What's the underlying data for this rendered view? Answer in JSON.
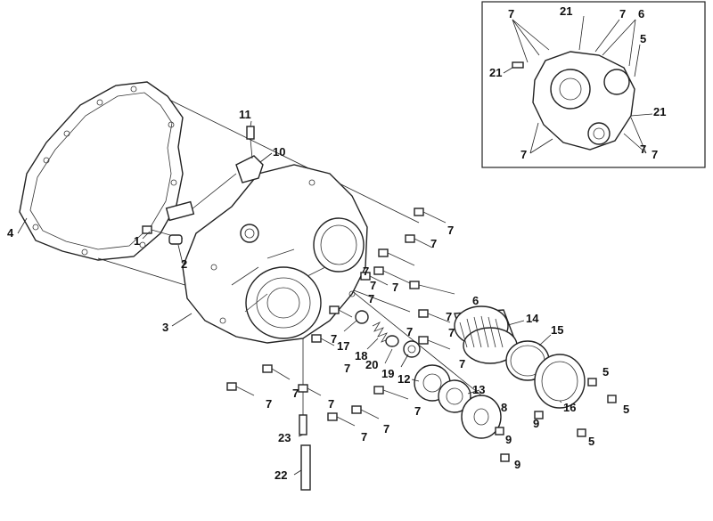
{
  "callouts": {
    "c1": "1",
    "c2": "2",
    "c3": "3",
    "c4": "4",
    "c5a": "5",
    "c5b": "5",
    "c5c": "5",
    "c6": "6",
    "c7a": "7",
    "c7b": "7",
    "c7c": "7",
    "c7d": "7",
    "c7e": "7",
    "c7f": "7",
    "c7g": "7",
    "c7h": "7",
    "c7i": "7",
    "c7j": "7",
    "c7k": "7",
    "c7l": "7",
    "c7m": "7",
    "c7n": "7",
    "c7o": "7",
    "c7p": "7",
    "c7q": "7",
    "c7r": "7",
    "c8": "8",
    "c9a": "9",
    "c9b": "9",
    "c9c": "9",
    "c10": "10",
    "c11": "11",
    "c12": "12",
    "c13": "13",
    "c14": "14",
    "c15": "15",
    "c16": "16",
    "c17": "17",
    "c18": "18",
    "c19": "19",
    "c20": "20",
    "c22": "22",
    "c23": "23"
  },
  "inset": {
    "i7a": "7",
    "i7b": "7",
    "i7c": "7",
    "i7d": "7",
    "i7e": "7",
    "i21a": "21",
    "i21b": "21",
    "i21c": "21",
    "i6": "6",
    "i5": "5"
  }
}
